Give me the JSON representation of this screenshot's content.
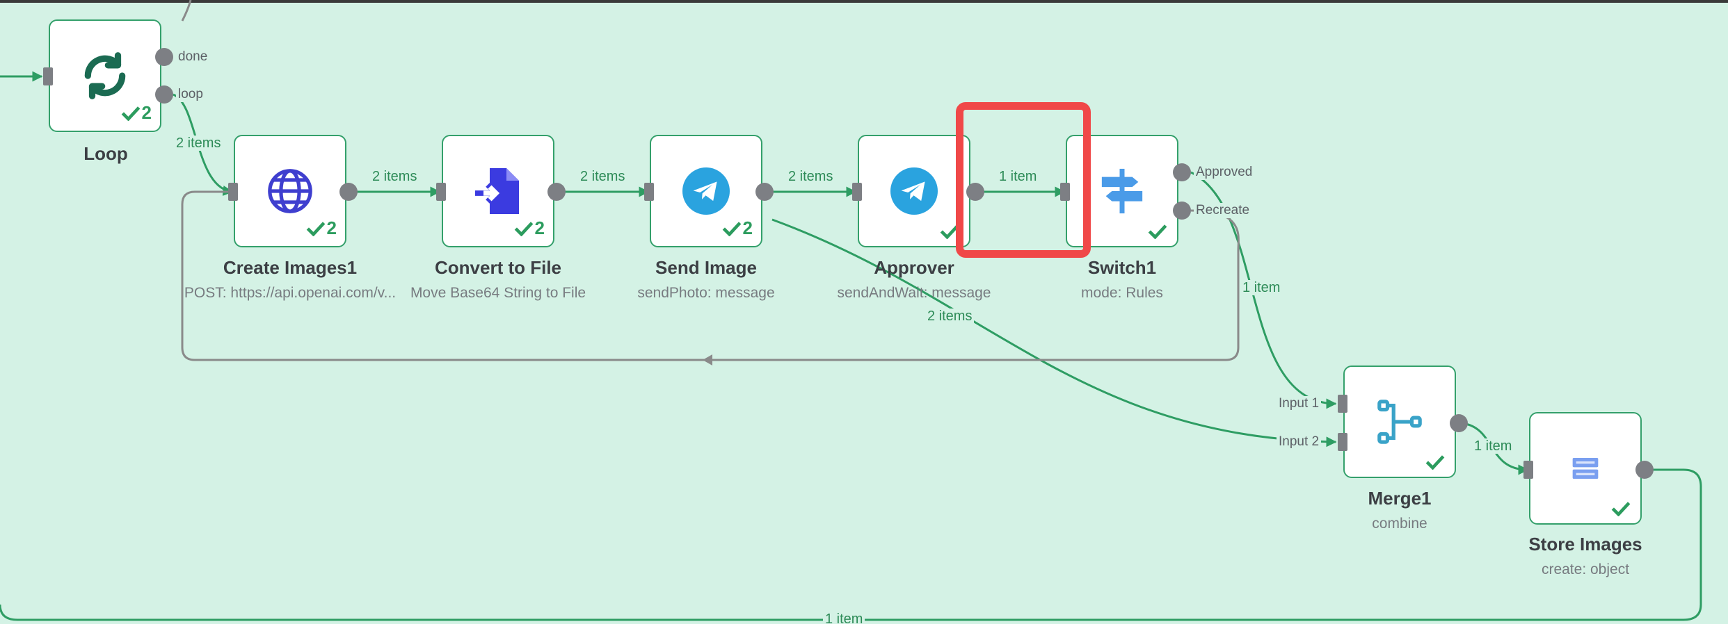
{
  "colors": {
    "canvas": "#d4f2e5",
    "node_border": "#34a06b",
    "edge": "#2e9d63",
    "loop_edge": "#8a8a8a",
    "highlight": "#f04848",
    "port": "#7d7f84"
  },
  "nodes": {
    "loop": {
      "title": "Loop",
      "badge": "2",
      "icon": "refresh-icon",
      "outputs": [
        "done",
        "loop"
      ]
    },
    "create_images": {
      "title": "Create Images1",
      "subtitle": "POST: https://api.openai.com/v...",
      "badge": "2",
      "icon": "globe-icon"
    },
    "convert": {
      "title": "Convert to File",
      "subtitle": "Move Base64 String to File",
      "badge": "2",
      "icon": "convert-file-icon"
    },
    "send_image": {
      "title": "Send Image",
      "subtitle": "sendPhoto: message",
      "badge": "2",
      "icon": "telegram-icon"
    },
    "approver": {
      "title": "Approver",
      "subtitle": "sendAndWait: message",
      "badge": "",
      "icon": "telegram-icon"
    },
    "switch": {
      "title": "Switch1",
      "subtitle": "mode: Rules",
      "badge": "",
      "icon": "signpost-icon",
      "outputs": [
        "Approved",
        "Recreate"
      ]
    },
    "merge": {
      "title": "Merge1",
      "subtitle": "combine",
      "badge": "",
      "icon": "merge-icon",
      "inputs": [
        "Input 1",
        "Input 2"
      ]
    },
    "store": {
      "title": "Store Images",
      "subtitle": "create: object",
      "badge": "",
      "icon": "storage-icon"
    }
  },
  "edge_labels": {
    "loop_to_create": "2 items",
    "create_to_convert": "2 items",
    "convert_to_send": "2 items",
    "send_to_approver": "2 items",
    "approver_to_switch": "1 item",
    "send_to_merge": "2 items",
    "recreate_to_merge": "1 item",
    "merge_to_store": "1 item",
    "store_to_loop": "1 item"
  }
}
